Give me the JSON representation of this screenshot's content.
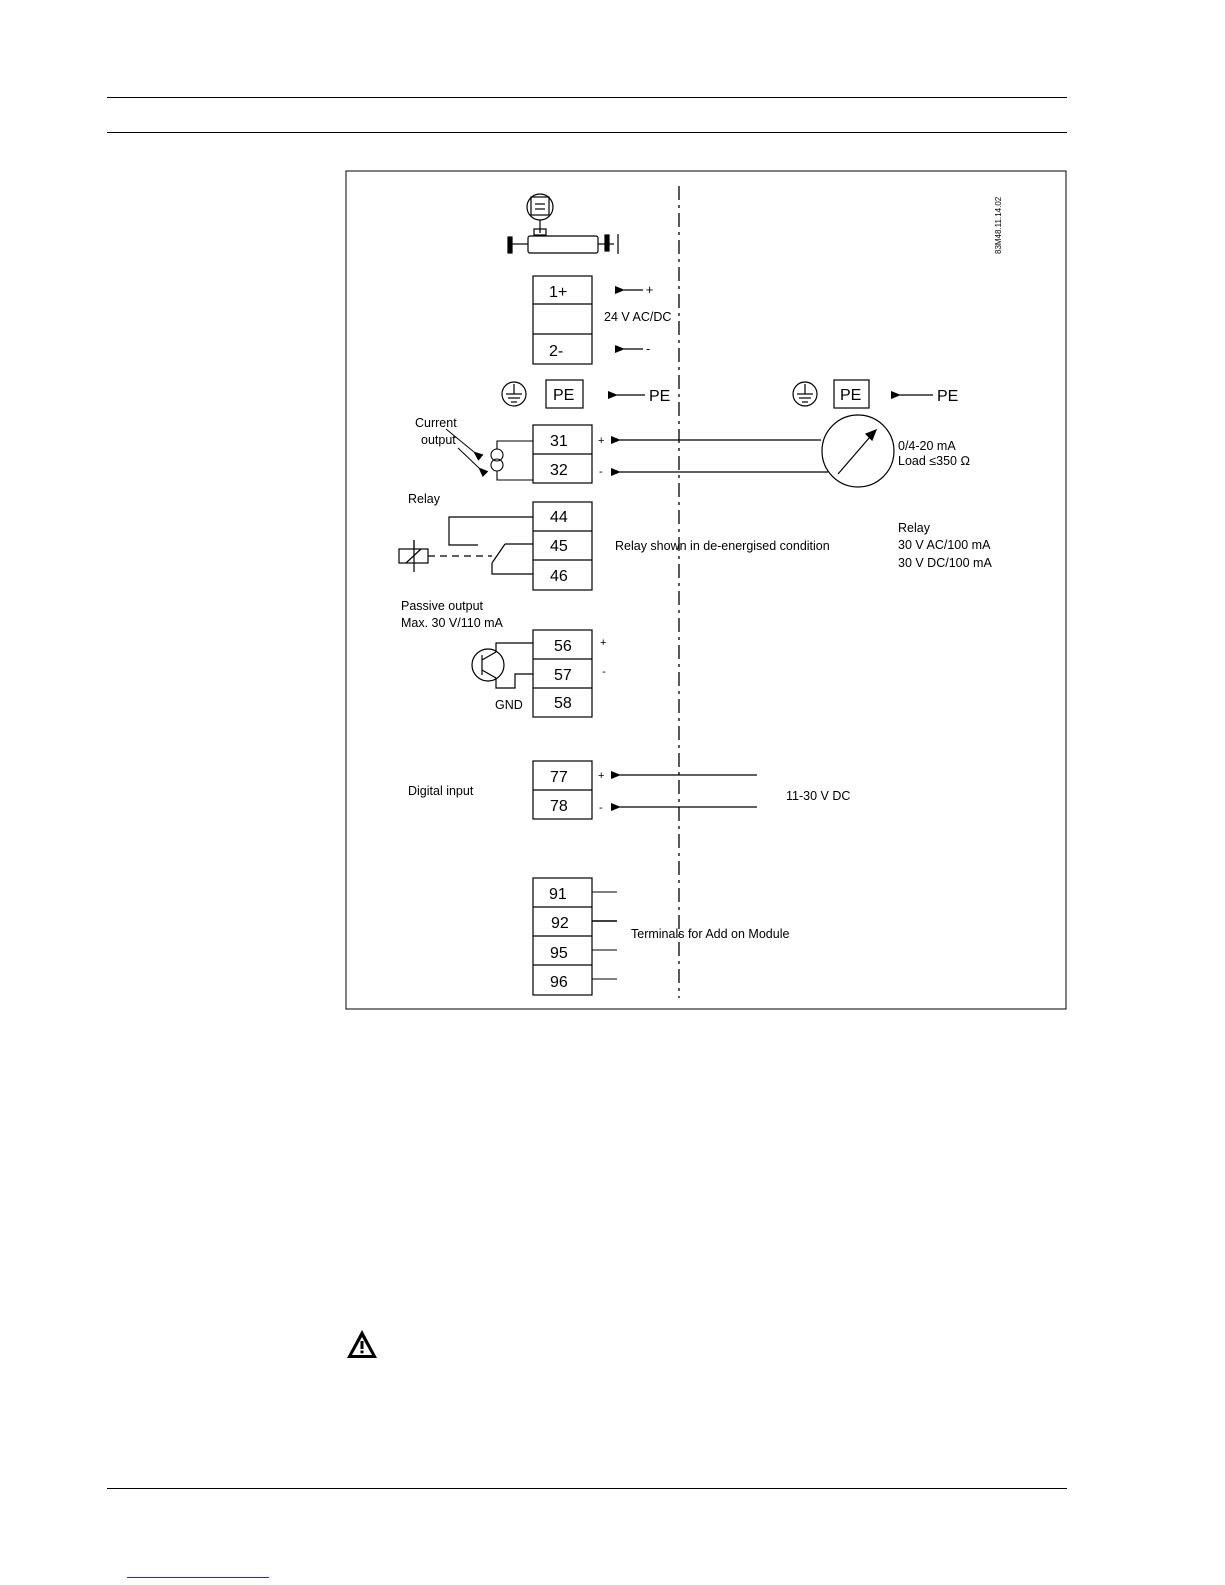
{
  "diagram": {
    "figure_id": "83M48.11.14.02",
    "supply": {
      "plus_terminal": "1+",
      "minus_terminal": "2-",
      "plus_sign": "+",
      "minus_sign": "-",
      "voltage": "24 V AC/DC"
    },
    "pe": {
      "box": "PE",
      "arrow_label": "PE"
    },
    "current_output": {
      "label_line1": "Current",
      "label_line2": "output",
      "terminals": [
        "31",
        "32"
      ],
      "plus_sign": "+",
      "minus_sign": "-",
      "spec_line1": "0/4-20 mA",
      "spec_line2": "Load ≤350 Ω"
    },
    "relay": {
      "label": "Relay",
      "terminals": [
        "44",
        "45",
        "46"
      ],
      "condition": "Relay shown in de-energised condition",
      "spec_title": "Relay",
      "spec_line1": "30 V AC/100 mA",
      "spec_line2": "30 V DC/100 mA"
    },
    "passive_output": {
      "label_line1": "Passive output",
      "label_line2": "Max. 30 V/110 mA",
      "terminals": [
        "56",
        "57",
        "58"
      ],
      "plus_sign": "+",
      "minus_sign": "-",
      "gnd": "GND"
    },
    "digital_input": {
      "label": "Digital input",
      "terminals": [
        "77",
        "78"
      ],
      "plus_sign": "+",
      "minus_sign": "-",
      "voltage": "11-30 V DC"
    },
    "addon": {
      "terminals": [
        "91",
        "92",
        "95",
        "96"
      ],
      "label": "Terminals for Add on Module"
    }
  },
  "icons": {
    "warning": "warning-triangle-icon",
    "ground": "ground-icon",
    "flowmeter": "flowmeter-icon"
  }
}
